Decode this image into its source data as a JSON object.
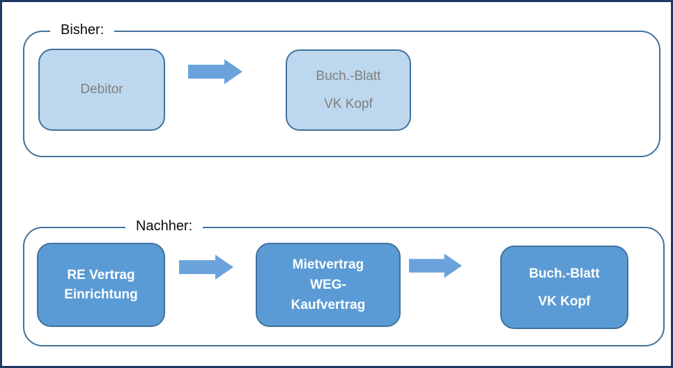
{
  "colors": {
    "outer_border": "#1F3864",
    "group_border": "#41719C",
    "node_border": "#41719C",
    "light_node_fill": "#BDD7EE",
    "light_node_text": "#7F7F7F",
    "dark_node_fill": "#5B9BD5",
    "dark_node_text": "#FFFFFF",
    "arrow_fill": "#6AA3DB",
    "label_text": "#0A0A0A"
  },
  "icons": {
    "arrow": "right-block-arrow-icon"
  },
  "sections": [
    {
      "label": "Bisher:",
      "boxes": [
        {
          "lines": [
            "Debitor"
          ]
        },
        {
          "lines": [
            "Buch.-Blatt",
            "VK Kopf"
          ]
        }
      ]
    },
    {
      "label": "Nachher:",
      "boxes": [
        {
          "lines": [
            "RE Vertrag",
            "Einrichtung"
          ]
        },
        {
          "lines": [
            "Mietvertrag",
            "WEG-",
            "Kaufvertrag"
          ]
        },
        {
          "lines": [
            "Buch.-Blatt",
            "VK Kopf"
          ]
        }
      ]
    }
  ]
}
